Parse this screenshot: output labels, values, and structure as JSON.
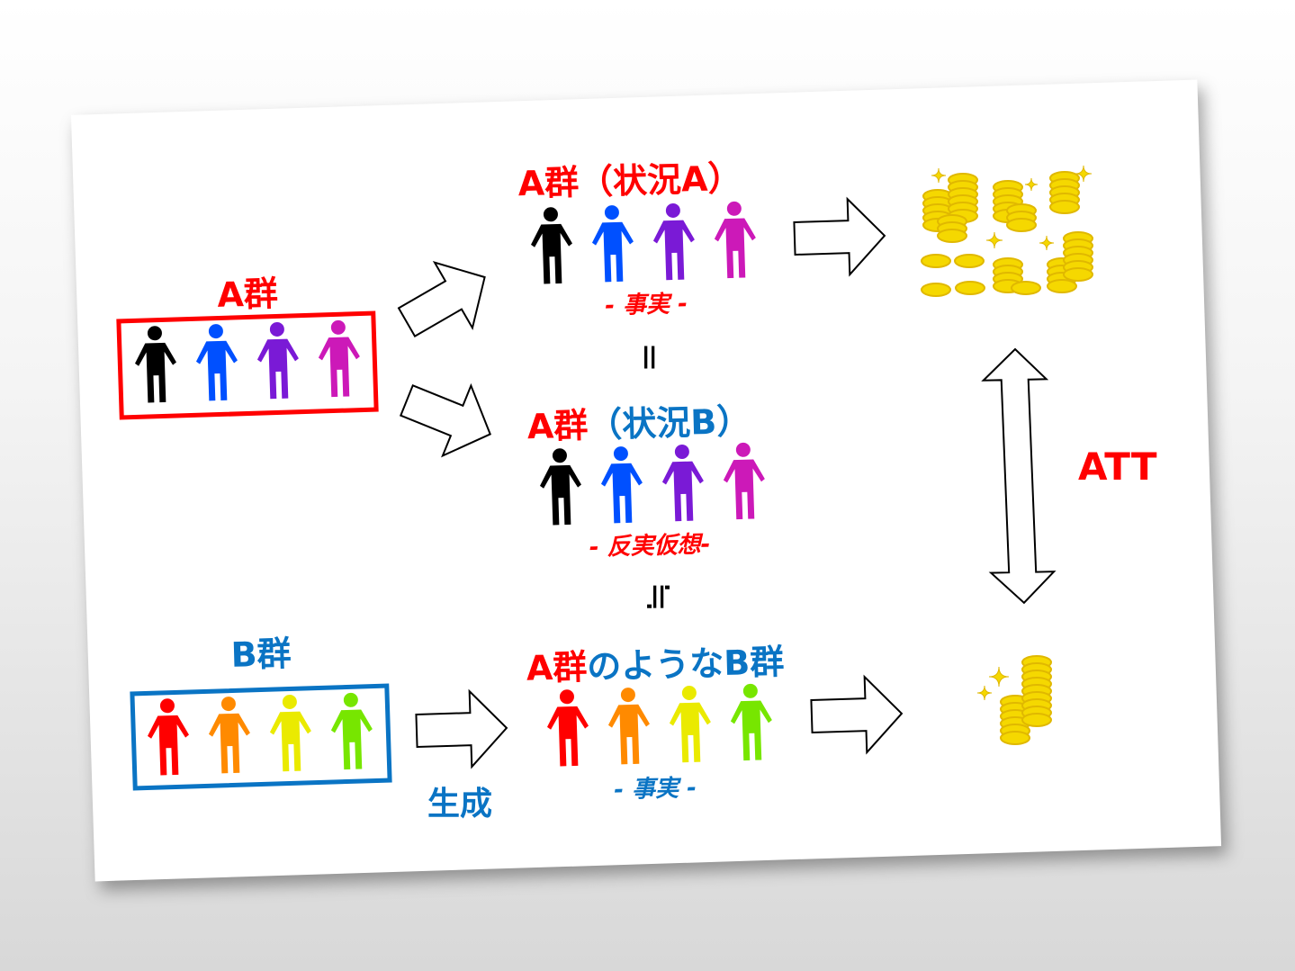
{
  "group_a": {
    "label": "A群",
    "border_color": "#ff0000",
    "people_colors": [
      "#000000",
      "#0050ff",
      "#7a1ad6",
      "#cc19b8"
    ]
  },
  "group_b": {
    "label": "B群",
    "border_color": "#0a74c4",
    "people_colors": [
      "#ff0000",
      "#ff8a00",
      "#eaea00",
      "#77e600"
    ]
  },
  "scenario_a": {
    "title": "A群（状況A）",
    "caption": "- 事実 -"
  },
  "equals_symbol": "=",
  "scenario_b": {
    "title_red": "A群",
    "title_blue": "（状況B）",
    "caption": "- 反実仮想-"
  },
  "approx_symbol": "≒",
  "synthetic": {
    "title_red": "A群",
    "title_blue": "のようなB群",
    "caption": "- 事実 -"
  },
  "generate_label": "生成",
  "att_label": "ATT",
  "colors": {
    "red": "#ff0000",
    "blue": "#0a74c4",
    "coin": "#f5d800",
    "coin_edge": "#e0b800"
  }
}
